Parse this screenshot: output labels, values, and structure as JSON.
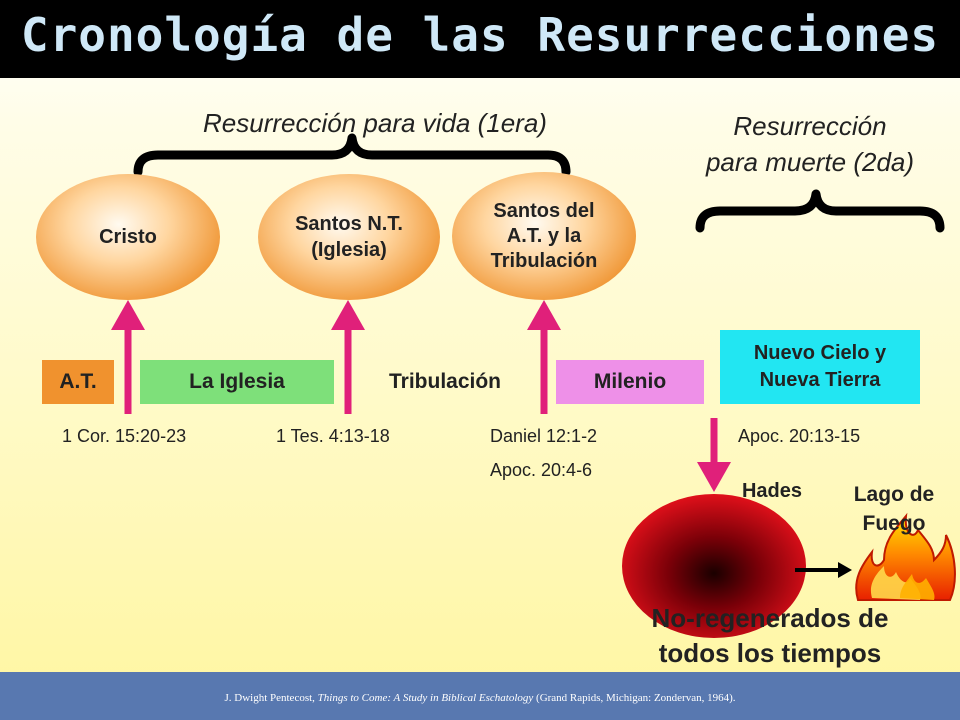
{
  "title": "Cronología de las Resurrecciones",
  "resurrection_life": "Resurrección para vida (1era)",
  "resurrection_death_line1": "Resurrección",
  "resurrection_death_line2": "para muerte (2da)",
  "ovals": {
    "cristo": "Cristo",
    "nt_line1": "Santos N.T.",
    "nt_line2": "(Iglesia)",
    "ot_line1": "Santos del",
    "ot_line2": "A.T. y la",
    "ot_line3": "Tribulación"
  },
  "periods": {
    "at": "A.T.",
    "iglesia": "La Iglesia",
    "tribulacion": "Tribulación",
    "milenio": "Milenio",
    "nuevo_line1": "Nuevo Cielo y",
    "nuevo_line2": "Nueva Tierra"
  },
  "refs": {
    "r1": "1 Cor. 15:20-23",
    "r2": "1 Tes. 4:13-18",
    "r3a": "Daniel 12:1-2",
    "r3b": "Apoc. 20:4-6",
    "r4": "Apoc. 20:13-15"
  },
  "hades": "Hades",
  "lago_line1": "Lago de",
  "lago_line2": "Fuego",
  "unregenerate_line1": "No-regenerados de",
  "unregenerate_line2": "todos los tiempos",
  "footnote": {
    "author": "J. Dwight Pentecost, ",
    "book": "Things to Come: A Study in Biblical Eschatology",
    "pub": " (Grand Rapids, Michigan: Zondervan, 1964)."
  },
  "colors": {
    "arrow": "#e0207a",
    "at_box": "#f0922e",
    "iglesia_box": "#7ee07a",
    "milenio_box": "#ee90e8",
    "nuevo_box": "#22e6f2"
  }
}
